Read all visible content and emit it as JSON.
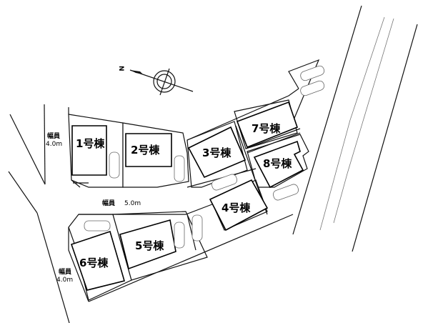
{
  "diagram": {
    "type": "housing site plan",
    "compass": {
      "north_label": "N",
      "icon": "north-arrow-icon"
    },
    "buildings": [
      {
        "id": 1,
        "label": "1号棟"
      },
      {
        "id": 2,
        "label": "2号棟"
      },
      {
        "id": 3,
        "label": "3号棟"
      },
      {
        "id": 4,
        "label": "4号棟"
      },
      {
        "id": 5,
        "label": "5号棟"
      },
      {
        "id": 6,
        "label": "6号棟"
      },
      {
        "id": 7,
        "label": "7号棟"
      },
      {
        "id": 8,
        "label": "8号棟"
      }
    ],
    "roads": [
      {
        "name": "west-road-upper",
        "width_label": "幅員",
        "width_value": "4.0m"
      },
      {
        "name": "central-road",
        "width_label": "幅員",
        "width_value": "5.0m"
      },
      {
        "name": "west-road-lower",
        "width_label": "幅員",
        "width_value": "4.0m"
      }
    ],
    "parking_icon": "car-icon"
  }
}
